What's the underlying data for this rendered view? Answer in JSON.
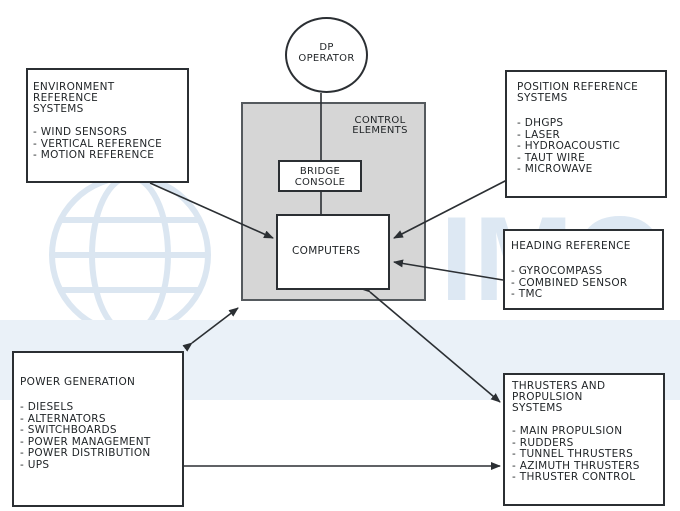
{
  "operator": {
    "label": "DP\nOPERATOR"
  },
  "control_elements": {
    "label": "CONTROL\nELEMENTS"
  },
  "bridge_console": {
    "label": "BRIDGE\nCONSOLE"
  },
  "computers": {
    "label": "COMPUTERS"
  },
  "environment": {
    "title": "ENVIRONMENT\nREFERENCE\nSYSTEMS",
    "items": [
      "WIND SENSORS",
      "VERTICAL REFERENCE",
      "MOTION REFERENCE"
    ]
  },
  "position_reference": {
    "title": "POSITION REFERENCE\nSYSTEMS",
    "items": [
      "DHGPS",
      "LASER",
      "HYDROACOUSTIC",
      "TAUT WIRE",
      "MICROWAVE"
    ]
  },
  "heading_reference": {
    "title": "HEADING REFERENCE",
    "items": [
      "GYROCOMPASS",
      "COMBINED SENSOR",
      "TMC"
    ]
  },
  "power_generation": {
    "title": "POWER GENERATION",
    "items": [
      "DIESELS",
      "ALTERNATORS",
      "SWITCHBOARDS",
      "POWER MANAGEMENT",
      "POWER DISTRIBUTION",
      "UPS"
    ]
  },
  "thrusters": {
    "title": "THRUSTERS AND\nPROPULSION\nSYSTEMS",
    "items": [
      "MAIN PROPULSION",
      "RUDDERS",
      "TUNNEL THRUSTERS",
      "AZIMUTH THRUSTERS",
      "THRUSTER CONTROL"
    ]
  },
  "watermark": {
    "text": "IMO",
    "color": "#c6d6e6"
  },
  "colors": {
    "line": "#2b2f33",
    "control_fill": "#d6d6d6",
    "watermark": "#dbe6f1"
  }
}
